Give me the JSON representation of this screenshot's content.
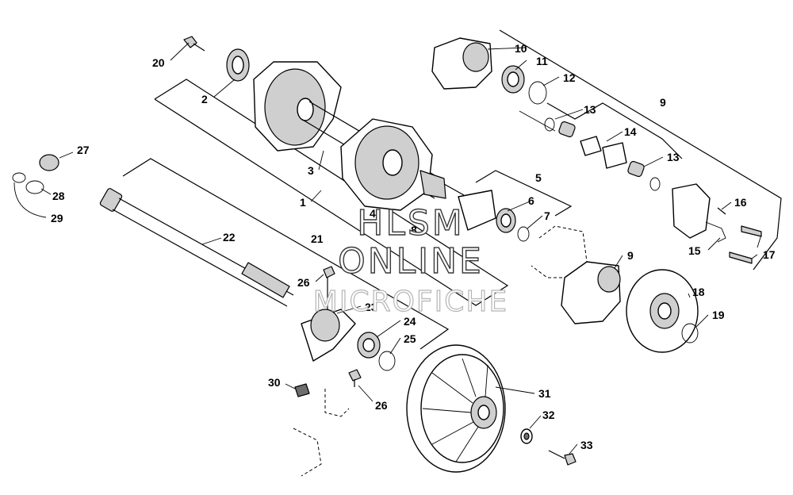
{
  "watermark": {
    "line1": "HLSM",
    "line2": "ONLINE",
    "line3": "MICROFICHE"
  },
  "callouts": {
    "c1": "1",
    "c2": "2",
    "c3": "3",
    "c4": "4",
    "c5": "5",
    "c6": "6",
    "c7": "7",
    "c8": "8",
    "c9a": "9",
    "c9b": "9",
    "c10": "10",
    "c11": "11",
    "c12": "12",
    "c13a": "13",
    "c13b": "13",
    "c14": "14",
    "c15": "15",
    "c16": "16",
    "c17": "17",
    "c18": "18",
    "c19": "19",
    "c20": "20",
    "c21": "21",
    "c22": "22",
    "c23": "23",
    "c24": "24",
    "c25": "25",
    "c26a": "26",
    "c26b": "26",
    "c27": "27",
    "c28": "28",
    "c29": "29",
    "c30": "30",
    "c31": "31",
    "c32": "32",
    "c33": "33"
  }
}
